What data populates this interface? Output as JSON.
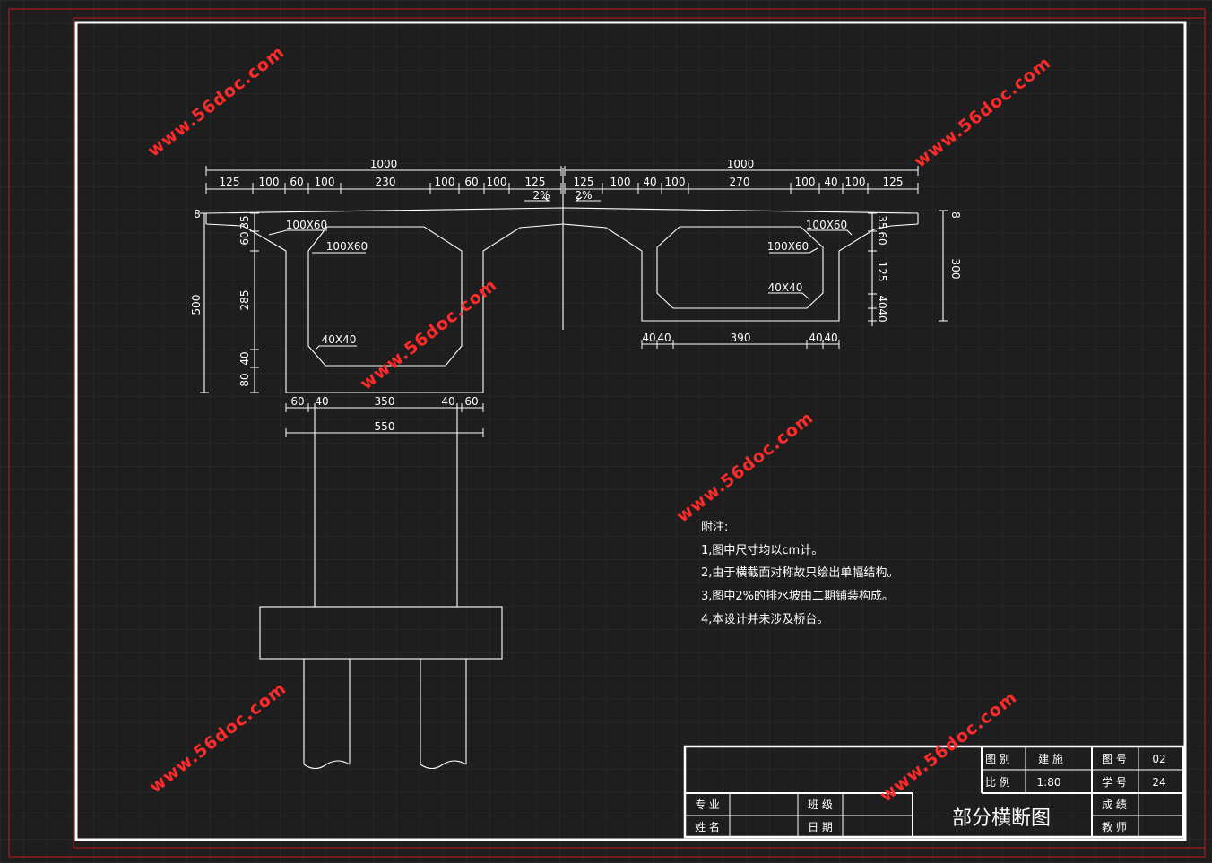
{
  "watermark": "www.56doc.com",
  "dimensions": {
    "left_total": "1000",
    "right_total": "1000",
    "left_segments": [
      "125",
      "100",
      "60",
      "100",
      "230",
      "100",
      "60",
      "100",
      "125"
    ],
    "right_segments": [
      "125",
      "100",
      "40",
      "100",
      "270",
      "100",
      "40",
      "100",
      "125"
    ],
    "slope": "2%",
    "deck_thickness": "8",
    "chamfer_top": "100X60",
    "chamfer_bottom": "40X40",
    "left_height_total": "500",
    "left_vertical": [
      "35",
      "60",
      "285",
      "40",
      "80"
    ],
    "right_height_total": "300",
    "right_vertical": [
      "35",
      "60",
      "125",
      "40",
      "40"
    ],
    "left_bottom": [
      "60",
      "40",
      "350",
      "40",
      "60"
    ],
    "left_bottom_total": "550",
    "right_bottom": [
      "40",
      "40",
      "390",
      "40",
      "40"
    ]
  },
  "notes": {
    "heading": "附注:",
    "items": [
      "1,图中尺寸均以cm计。",
      "2,由于横截面对称故只绘出单幅结构。",
      "3,图中2%的排水坡由二期铺装构成。",
      "4,本设计并未涉及桥台。"
    ]
  },
  "title_block": {
    "drawing_title": "部分横断图",
    "labels": {
      "category": "图 别",
      "scale": "比 例",
      "drawing_no": "图 号",
      "student_no": "学 号",
      "major": "专 业",
      "class": "班 级",
      "name": "姓 名",
      "date": "日 期",
      "grade": "成 绩",
      "teacher": "教 师"
    },
    "values": {
      "category": "建 施",
      "scale": "1:80",
      "drawing_no": "02",
      "student_no": "24"
    }
  }
}
